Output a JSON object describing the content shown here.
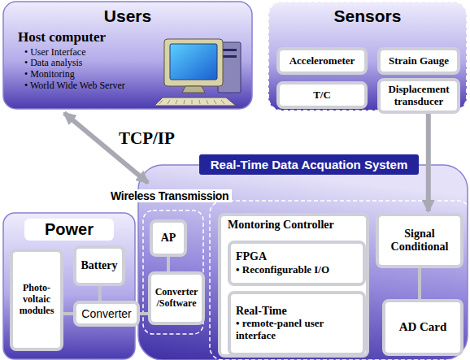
{
  "diagram": {
    "nodes": [
      {
        "text": [
          "Users",
          "Host computer",
          "• User Interface",
          "• Data analysis",
          "• Monitoring",
          "• World Wide Web Server"
        ]
      },
      {
        "text": [
          "Sensors"
        ]
      },
      {
        "text": [
          "Accelerometer"
        ],
        "in": 1
      },
      {
        "text": [
          "Strain Gauge"
        ],
        "in": 1
      },
      {
        "text": [
          "T/C"
        ],
        "in": 1
      },
      {
        "text": [
          "Displacement transducer"
        ],
        "in": 1
      },
      {
        "text": [
          "Real-Time Data Acquation System",
          "Wireless Transmission"
        ]
      },
      {
        "text": [
          "Power"
        ]
      },
      {
        "text": [
          "Photo-voltaic modules"
        ],
        "in": 7
      },
      {
        "text": [
          "Battery"
        ],
        "in": 7
      },
      {
        "text": [
          "Converter"
        ],
        "in": 7
      },
      {
        "text": [
          "AP"
        ],
        "in": 6
      },
      {
        "text": [
          "Converter /Software"
        ],
        "in": 6
      },
      {
        "text": [
          "Montoring Controller"
        ],
        "in": 6
      },
      {
        "text": [
          "FPGA",
          "• Reconfigurable I/O"
        ],
        "in": 13
      },
      {
        "text": [
          "Real-Time",
          "• remote-panel user interface"
        ],
        "in": 13
      },
      {
        "text": [
          "Signal Conditional"
        ],
        "in": 6
      },
      {
        "text": [
          "AD Card"
        ],
        "in": 6
      }
    ],
    "edges": [
      {
        "from": 0,
        "to": 6,
        "arrow": "both",
        "label": "TCP/IP"
      },
      {
        "from": 1,
        "to": 16,
        "arrow": "to"
      },
      {
        "from": 16,
        "to": 17,
        "arrow": "none"
      },
      {
        "from": 9,
        "to": 10,
        "arrow": "none"
      },
      {
        "from": 8,
        "to": 10,
        "arrow": "none"
      },
      {
        "from": 11,
        "to": 12,
        "arrow": "none"
      },
      {
        "from": 10,
        "to": 12,
        "arrow": "none"
      }
    ]
  }
}
